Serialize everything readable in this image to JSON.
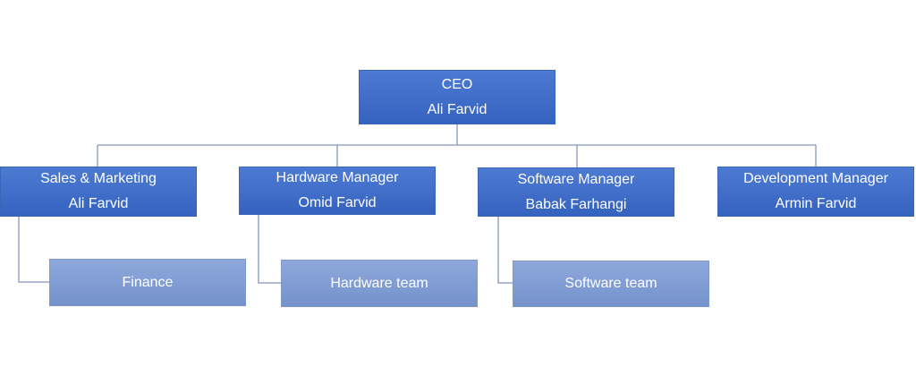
{
  "ceo": {
    "title": "CEO",
    "name": "Ali Farvid"
  },
  "managers": [
    {
      "title": "Sales & Marketing",
      "name": "Ali Farvid",
      "child": "Finance"
    },
    {
      "title": "Hardware Manager",
      "name": "Omid Farvid",
      "child": "Hardware team"
    },
    {
      "title": "Software Manager",
      "name": "Babak Farhangi",
      "child": "Software team"
    },
    {
      "title": "Development Manager",
      "name": "Armin Farvid"
    }
  ],
  "colors": {
    "primary": "#3f6ec9",
    "secondary": "#839ed5",
    "line": "#7f8fb5"
  }
}
